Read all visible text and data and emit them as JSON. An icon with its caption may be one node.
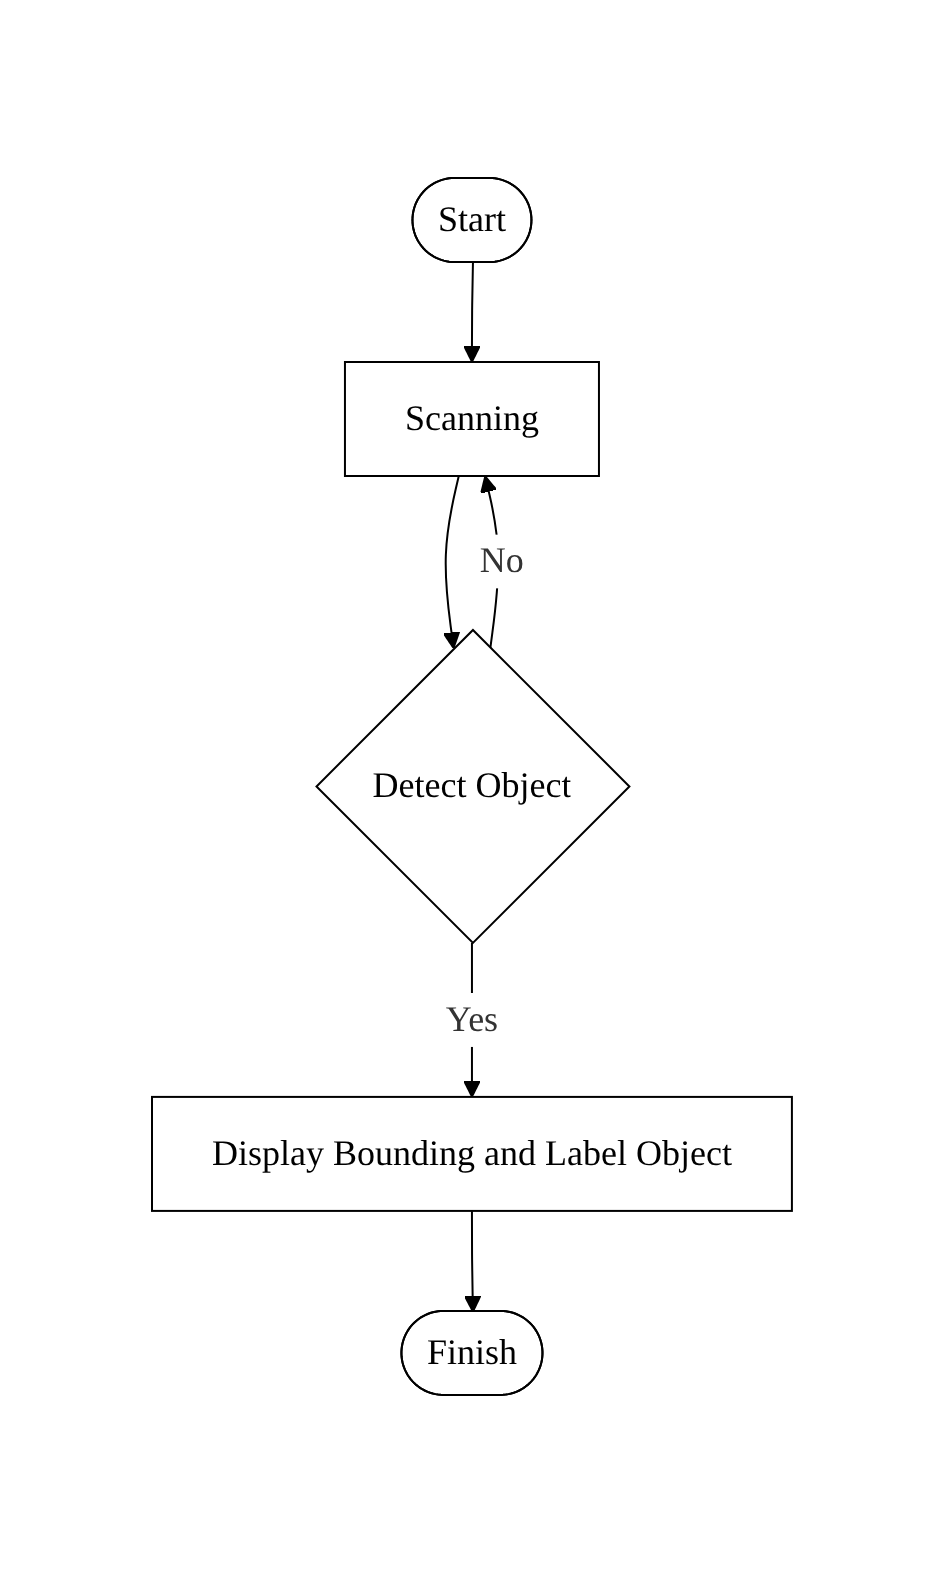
{
  "diagram": {
    "nodes": [
      {
        "text": [
          "Start"
        ]
      },
      {
        "text": [
          "Scanning"
        ]
      },
      {
        "text": [
          "Detect Object"
        ]
      },
      {
        "text": [
          "Display Bounding and Label Object"
        ]
      },
      {
        "text": [
          "Finish"
        ]
      }
    ],
    "edges": [
      {
        "from": 0,
        "to": 1,
        "arrow": "to"
      },
      {
        "from": 1,
        "to": 2,
        "arrow": "to"
      },
      {
        "from": 2,
        "to": 1,
        "arrow": "to",
        "label": "No"
      },
      {
        "from": 2,
        "to": 3,
        "arrow": "to",
        "label": "Yes"
      },
      {
        "from": 3,
        "to": 4,
        "arrow": "to"
      }
    ]
  }
}
